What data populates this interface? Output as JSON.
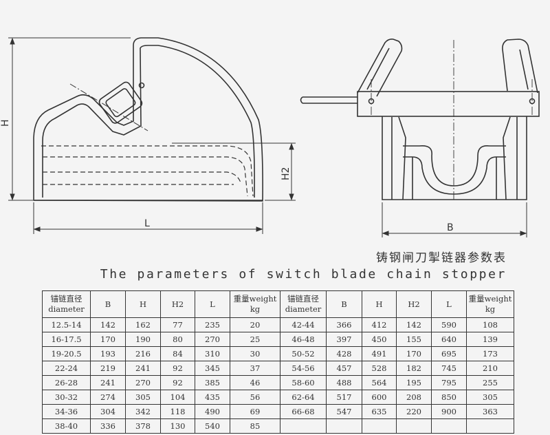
{
  "drawing": {
    "dim_labels": {
      "H": "H",
      "H2": "H2",
      "L": "L",
      "B": "B"
    }
  },
  "titles": {
    "chinese": "铸钢闸刀掣链器参数表",
    "english": "The parameters of switch blade chain stopper"
  },
  "table": {
    "headers": {
      "diameter_cn": "锚链直径",
      "diameter_en": "diameter",
      "B": "B",
      "H": "H",
      "H2": "H2",
      "L": "L",
      "weight_cn": "重量weight",
      "weight_unit": "kg"
    },
    "left_rows": [
      [
        "12.5-14",
        "142",
        "162",
        "77",
        "235",
        "20"
      ],
      [
        "16-17.5",
        "170",
        "190",
        "80",
        "270",
        "25"
      ],
      [
        "19-20.5",
        "193",
        "216",
        "84",
        "310",
        "30"
      ],
      [
        "22-24",
        "219",
        "241",
        "92",
        "345",
        "37"
      ],
      [
        "26-28",
        "241",
        "270",
        "92",
        "385",
        "46"
      ],
      [
        "30-32",
        "274",
        "305",
        "104",
        "435",
        "56"
      ],
      [
        "34-36",
        "304",
        "342",
        "118",
        "490",
        "69"
      ],
      [
        "38-40",
        "336",
        "378",
        "130",
        "540",
        "85"
      ]
    ],
    "right_rows": [
      [
        "42-44",
        "366",
        "412",
        "142",
        "590",
        "108"
      ],
      [
        "46-48",
        "397",
        "450",
        "155",
        "640",
        "139"
      ],
      [
        "50-52",
        "428",
        "491",
        "170",
        "695",
        "173"
      ],
      [
        "54-56",
        "457",
        "528",
        "182",
        "745",
        "210"
      ],
      [
        "58-60",
        "488",
        "564",
        "195",
        "795",
        "255"
      ],
      [
        "62-64",
        "517",
        "600",
        "208",
        "850",
        "305"
      ],
      [
        "66-68",
        "547",
        "635",
        "220",
        "900",
        "363"
      ],
      [
        "",
        "",
        "",
        "",
        "",
        ""
      ]
    ]
  }
}
